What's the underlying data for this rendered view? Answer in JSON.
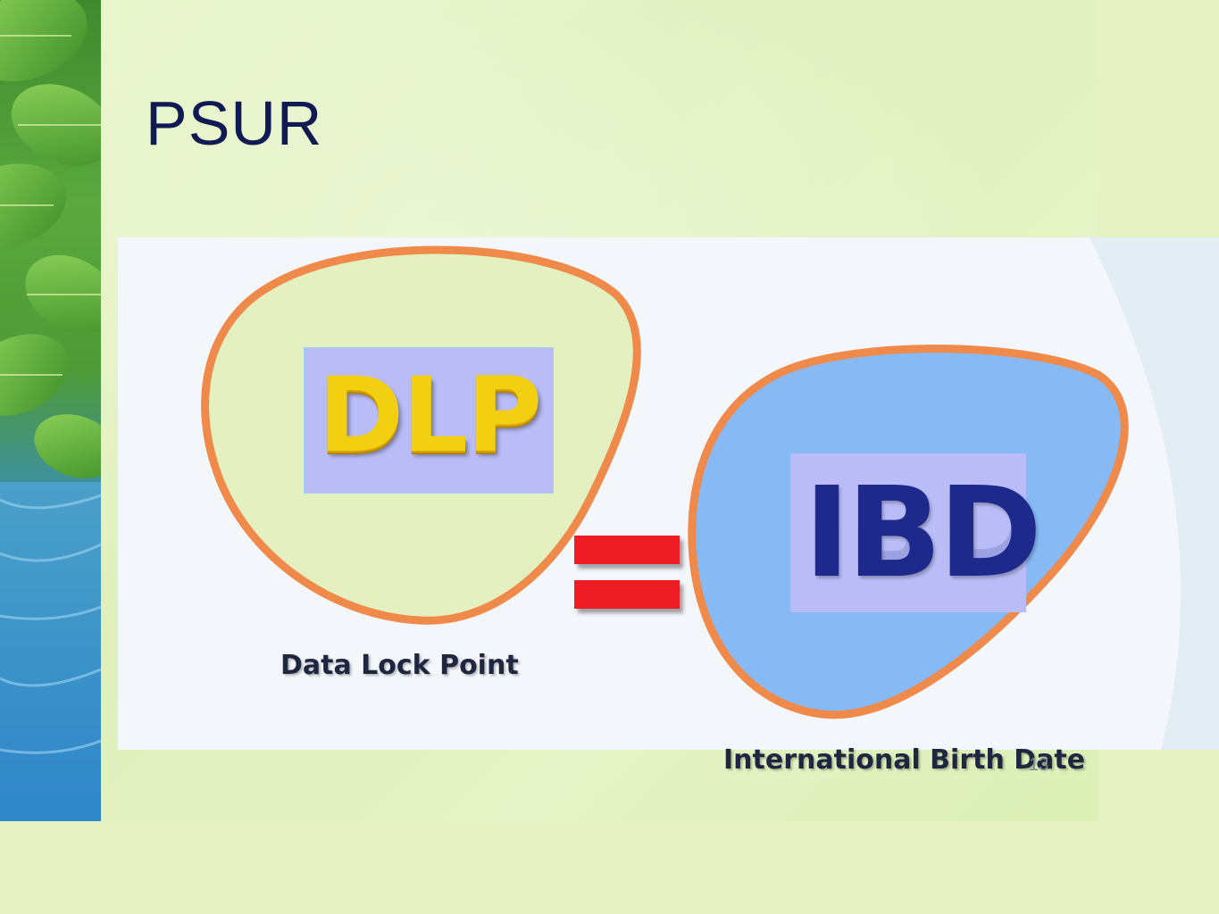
{
  "slide": {
    "title": "PSUR",
    "page_number": "13"
  },
  "diagram": {
    "left_bubble": {
      "acronym": "DLP",
      "label": "Data Lock Point"
    },
    "operator": "=",
    "right_bubble": {
      "acronym": "IBD",
      "label": "International Birth Date"
    }
  },
  "colors": {
    "title": "#0f1a52",
    "equals": "#ee1c25",
    "dlp_text": "#f2cf11",
    "ibd_text": "#1d2a8c",
    "left_bubble_fill": "#e4f0bf",
    "right_bubble_fill": "#87b9f5",
    "bubble_border": "#f08a4b",
    "label_box": "#b9bcf6"
  }
}
